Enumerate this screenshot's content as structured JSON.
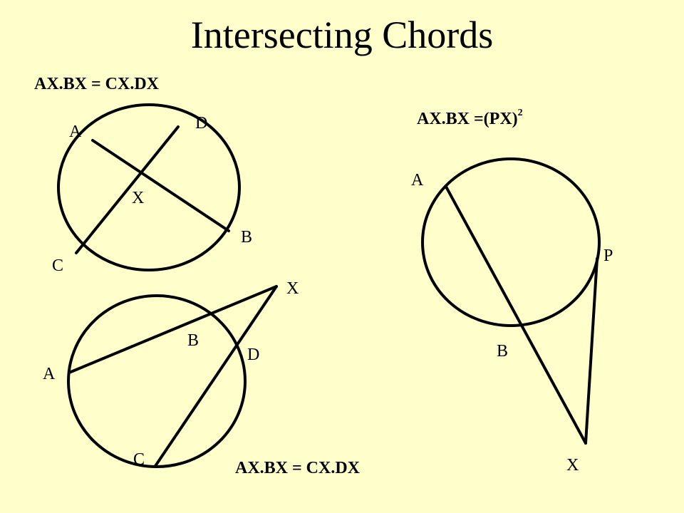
{
  "title": "Intersecting Chords",
  "formulas": {
    "top_left": "AX.BX = CX.DX",
    "bottom": "AX.BX = CX.DX",
    "right_main": "AX.BX =(PX)",
    "right_exponent": "2"
  },
  "diagram1": {
    "labels": {
      "A": "A",
      "D": "D",
      "X": "X",
      "B": "B",
      "C": "C"
    }
  },
  "diagram2": {
    "labels": {
      "X": "X",
      "B": "B",
      "D": "D",
      "A": "A",
      "C": "C"
    }
  },
  "diagram3": {
    "labels": {
      "A": "A",
      "P": "P",
      "B": "B",
      "X": "X"
    }
  },
  "colors": {
    "background": "#ffffcc",
    "stroke": "#000000"
  }
}
